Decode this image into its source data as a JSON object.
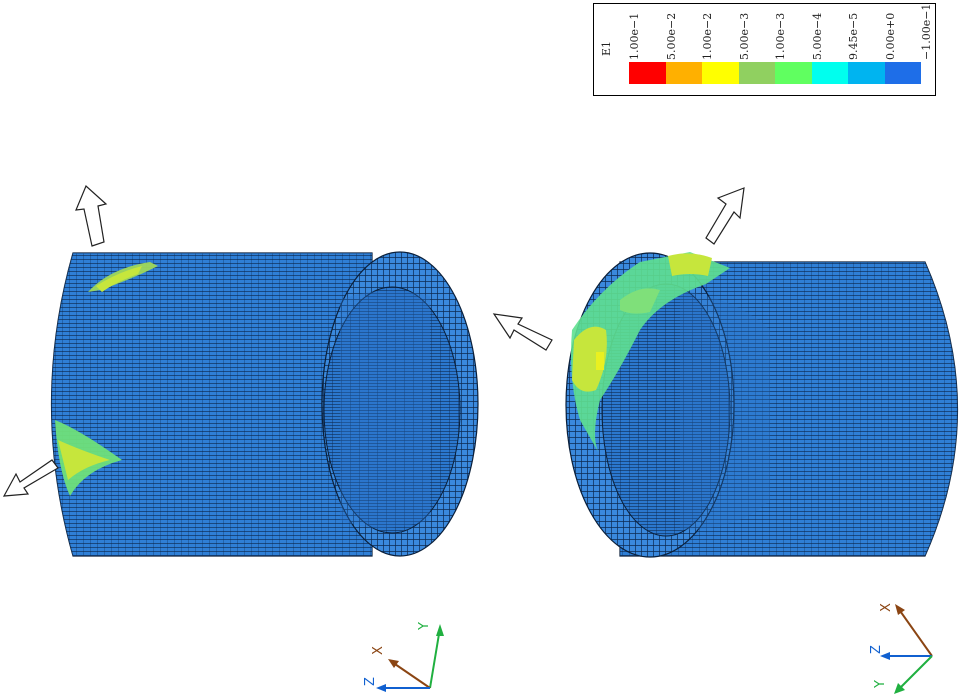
{
  "legend": {
    "title": "E1",
    "ticks": [
      "1.00e−1",
      "5.00e−2",
      "1.00e−2",
      "5.00e−3",
      "1.00e−3",
      "5.00e−4",
      "9.45e−5",
      "0.00e+0",
      "−1.00e−1"
    ],
    "colors": [
      "#ff0000",
      "#ffb000",
      "#ffff00",
      "#90d060",
      "#60ff60",
      "#00ffee",
      "#00b4f0",
      "#1e6ee8"
    ]
  },
  "triads": [
    {
      "labels": [
        "X",
        "Y",
        "Z"
      ],
      "colors": {
        "x": "#8b4513",
        "y": "#20b040",
        "z": "#1060d0"
      }
    },
    {
      "labels": [
        "X",
        "Y",
        "Z"
      ],
      "colors": {
        "x": "#8b4513",
        "y": "#20b040",
        "z": "#1060d0"
      }
    }
  ],
  "colors": {
    "mesh_base": "#2f7fd6",
    "mesh_edge": "#1b4f8a",
    "mesh_line": "#0a1f3a",
    "strain_high": "#c6e63c",
    "strain_mid": "#5fe090"
  }
}
